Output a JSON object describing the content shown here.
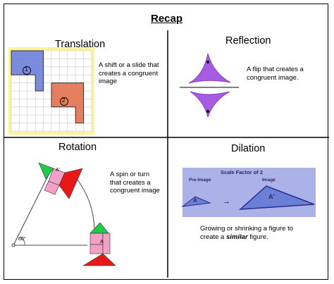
{
  "title": "Recap",
  "translation": {
    "heading": "Translation",
    "description": "A shift or a slide that creates a congruent image",
    "label_1": "1",
    "label_2": "2"
  },
  "reflection": {
    "heading": "Reflection",
    "description": "A flip that creates a congruent image."
  },
  "rotation": {
    "heading": "Rotation",
    "description": "A spin or turn that creates a congruent image",
    "angle_label": "60°",
    "label_a_prime": "A'",
    "label_a": "A"
  },
  "dilation": {
    "heading": "Dilation",
    "panel_title": "Scale Factor of 2",
    "pre_image_label": "Pre-Image",
    "image_label": "Image",
    "label_a": "A",
    "label_a_prime": "A'",
    "arrow": "→",
    "description_line1": "Growing or shrinking a figure to",
    "description_line2_prefix": "create a ",
    "description_line2_emph": "similar",
    "description_line2_suffix": " figure."
  },
  "colors": {
    "blue": "#6b7fd7",
    "orange": "#e2714e",
    "yellow_frame": "#fbf59a",
    "purple": "#a55ce0",
    "dilation_bg": "#aab2e8",
    "green": "#22c94a",
    "red": "#e81818",
    "pink": "#f2a0c4"
  }
}
